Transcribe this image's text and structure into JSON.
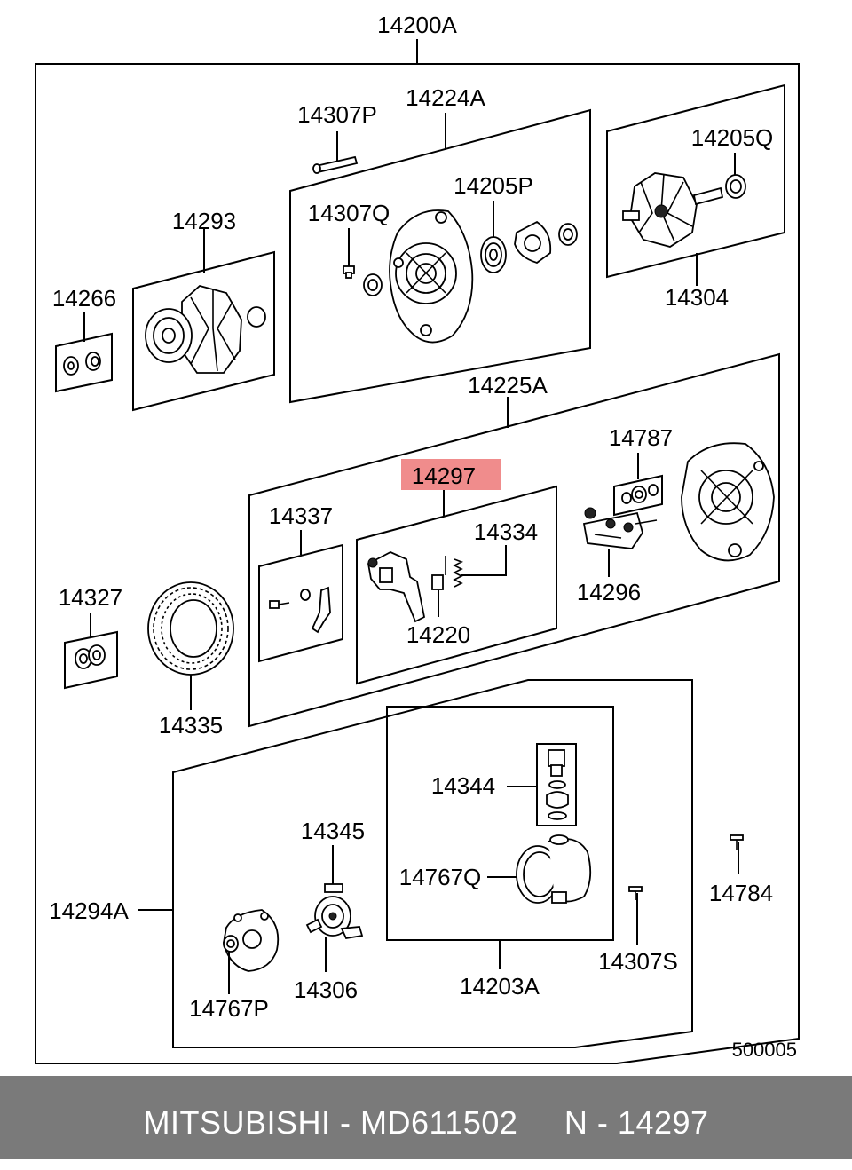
{
  "diagram": {
    "assembly_label": "14200A",
    "highlight_color": "#f08c8c",
    "diagram_code": "500005",
    "parts": {
      "p14307P": "14307P",
      "p14224A": "14224A",
      "p14205Q": "14205Q",
      "p14205P": "14205P",
      "p14307Q": "14307Q",
      "p14293": "14293",
      "p14266": "14266",
      "p14304": "14304",
      "p14225A": "14225A",
      "p14787": "14787",
      "p14297": "14297",
      "p14337": "14337",
      "p14334": "14334",
      "p14327": "14327",
      "p14296": "14296",
      "p14220": "14220",
      "p14335": "14335",
      "p14344": "14344",
      "p14345": "14345",
      "p14767Q": "14767Q",
      "p14784": "14784",
      "p14294A": "14294A",
      "p14307S": "14307S",
      "p14306": "14306",
      "p14203A": "14203A",
      "p14767P": "14767P"
    }
  },
  "footer": {
    "text": "MITSUBISHI - MD611502     N - 14297"
  }
}
